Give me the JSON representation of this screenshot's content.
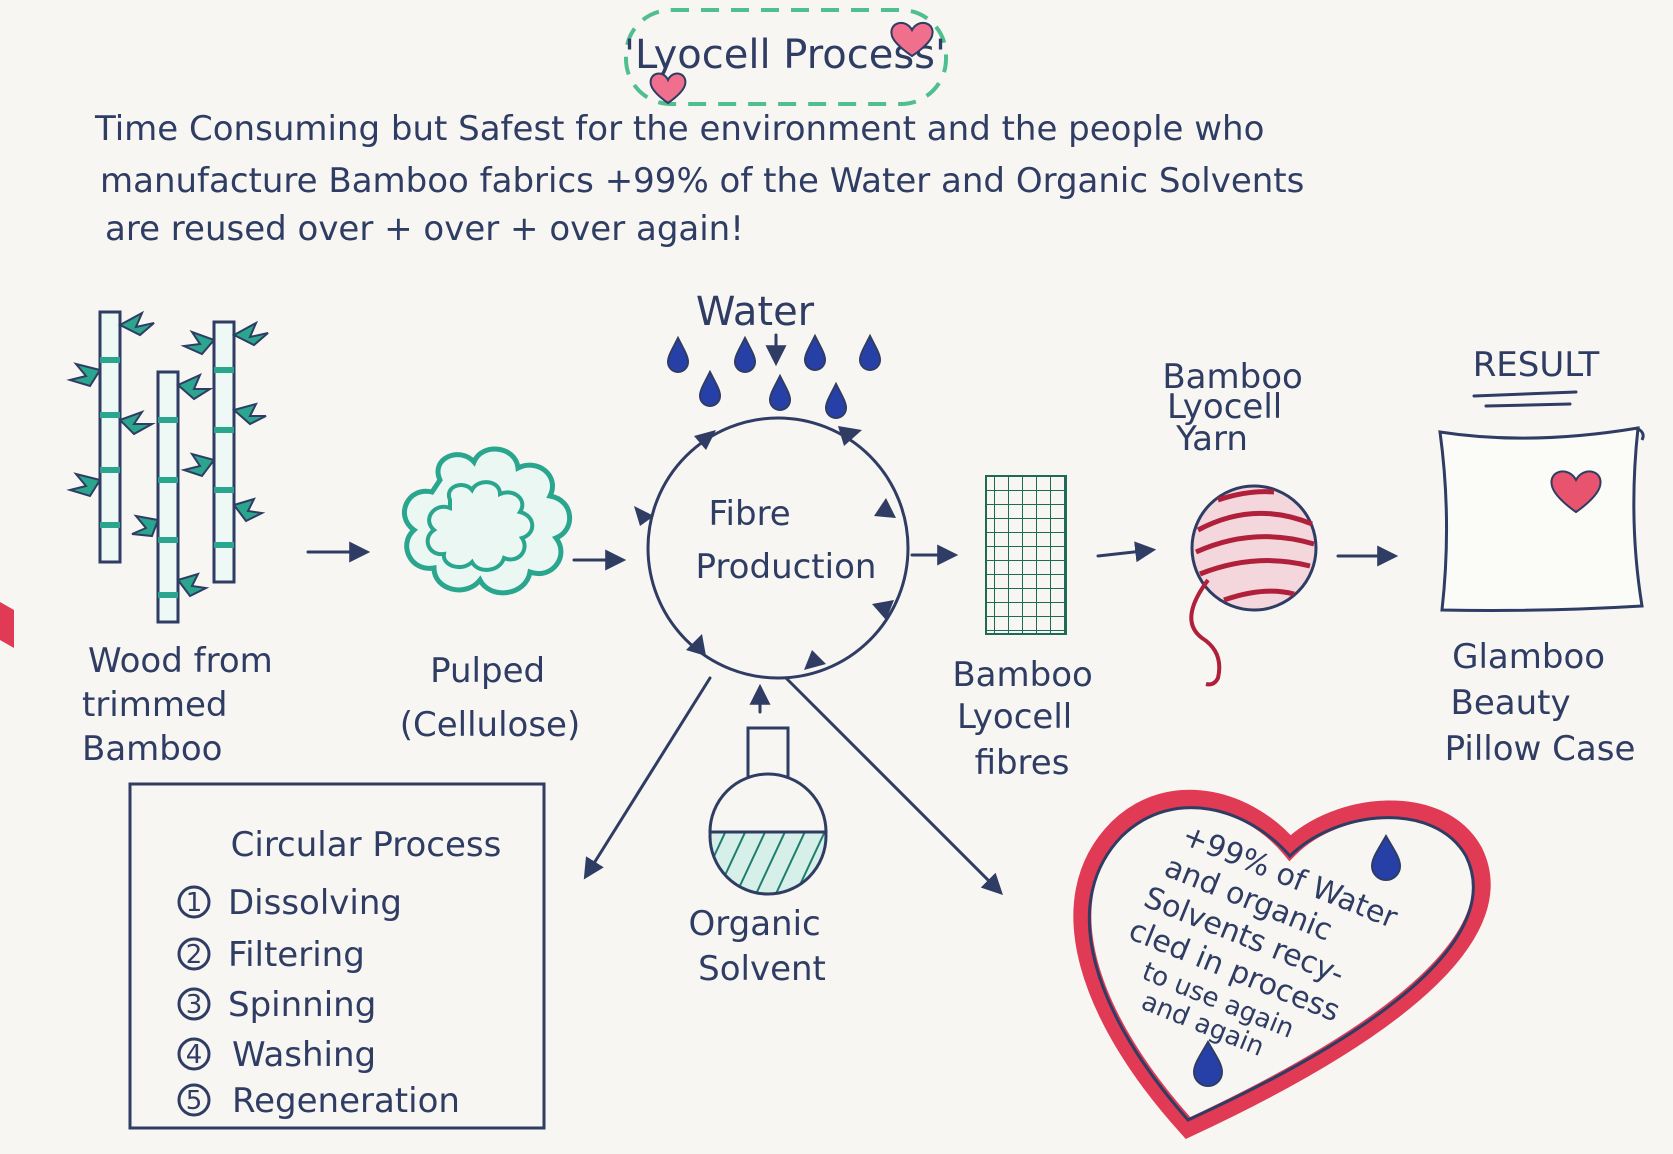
{
  "title": "'Lyocell Process'",
  "intro": [
    "Time Consuming but Safest for the environment and the people who",
    "manufacture Bamboo fabrics +99% of the Water and Organic Solvents",
    "are reused over + over + over again!"
  ],
  "nodes": {
    "bamboo": [
      "Wood from",
      "trimmed",
      "Bamboo"
    ],
    "pulp": [
      "Pulped",
      "(Cellulose)"
    ],
    "water": "Water",
    "fibre": [
      "Fibre",
      "Production"
    ],
    "fibres": [
      "Bamboo",
      "Lyocell",
      "fibres"
    ],
    "yarn": [
      "Bamboo",
      "Lyocell",
      "Yarn"
    ],
    "result_heading": "RESULT",
    "pillow": [
      "Glamboo",
      "Beauty",
      "Pillow Case"
    ],
    "solvent": [
      "Organic",
      "Solvent"
    ]
  },
  "circular": {
    "heading": "Circular Process",
    "steps": [
      {
        "num": "1",
        "label": "Dissolving"
      },
      {
        "num": "2",
        "label": "Filtering"
      },
      {
        "num": "3",
        "label": "Spinning"
      },
      {
        "num": "4",
        "label": "Washing"
      },
      {
        "num": "5",
        "label": "Regeneration"
      }
    ]
  },
  "heart_note": [
    "+99% of Water",
    "and organic",
    "Solvents recy-",
    "cled in process",
    "to use again",
    "and again"
  ],
  "colors": {
    "ink": "#2f3c63",
    "teal": "#2aa58e",
    "green_dash": "#4fbf8f",
    "pink": "#e8546e",
    "drop_blue": "#2740a8",
    "red_heart": "#e03a55"
  }
}
